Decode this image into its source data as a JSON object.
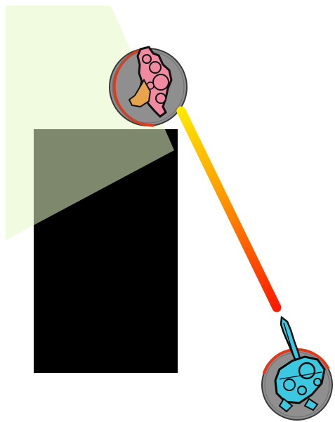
{
  "scene": {
    "background_color": "#ffffff",
    "vision_cone": {
      "color": "#e4f7c4"
    },
    "obstacle": {
      "color": "#000000"
    },
    "enemy_unit": {
      "name": "pink-creature",
      "base_color": "#8f8f8f",
      "ring_color": "#e0391d",
      "body_color": "#f08aa0",
      "outline_color": "#111111",
      "accent_color": "#e8a34d",
      "facing": "down-left",
      "health_fraction": 0.5
    },
    "player_unit": {
      "name": "cyan-mech",
      "base_color": "#8f8f8f",
      "ring_color": "#e0391d",
      "body_color": "#3cc8e0",
      "outline_color": "#0b0b0b",
      "facing": "up",
      "health_fraction": 0.35
    },
    "attack_beam": {
      "color_start": "#ffe800",
      "color_mid": "#ff9500",
      "color_end": "#ff1a00"
    }
  }
}
